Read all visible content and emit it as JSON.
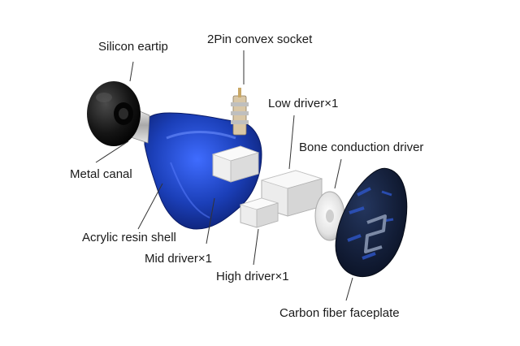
{
  "labels": {
    "silicon_eartip": "Silicon eartip",
    "socket": "2Pin convex socket",
    "low_driver": "Low driver×1",
    "bone_driver": "Bone conduction driver",
    "metal_canal": "Metal canal",
    "acrylic_shell": "Acrylic resin shell",
    "mid_driver": "Mid driver×1",
    "high_driver": "High driver×1",
    "faceplate": "Carbon fiber faceplate"
  },
  "colors": {
    "shell_blue": "#1b3fb8",
    "eartip_black": "#111111",
    "faceplate_navy": "#0f1a33",
    "leader_line": "#333333"
  }
}
